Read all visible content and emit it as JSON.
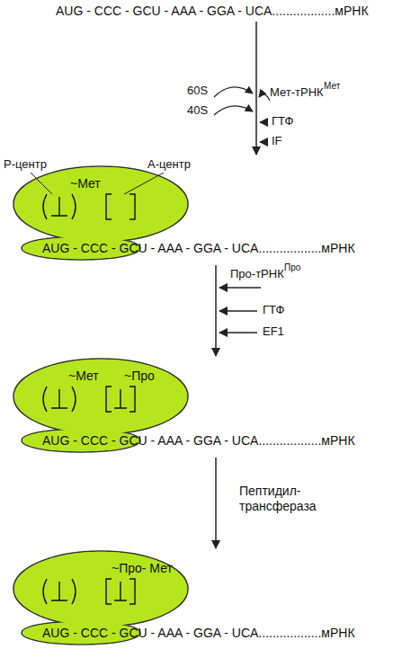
{
  "diagram": {
    "nodes": [
      {
        "text": [
          "~Мет"
        ]
      },
      {
        "text": [
          "~Мет",
          "~Про"
        ]
      },
      {
        "text": [
          "~Про- Мет"
        ]
      }
    ],
    "edges": [
      {
        "from": 0,
        "to": 1,
        "arrow": "to"
      },
      {
        "from": 1,
        "to": 2,
        "label": "Пептидил- трансфераза",
        "arrow": "to"
      }
    ],
    "labels": [
      "AUG - CCC - GCU - AAA - GGA - UCA..................мРНК",
      "60S",
      "Мет-тРНК",
      "Мет",
      "40S",
      "ГТФ",
      "IF",
      "Р-центр",
      "А-центр",
      "AUG - CCC - GCU - AAA - GGA - UCA..................мРНК",
      "Про-тРНК",
      "Про",
      "ГТФ",
      "EF1",
      "AUG - CCC - GCU - AAA - GGA - UCA..................мРНК",
      "AUG - CCC - GCU - AAA - GGA - UCA..................мРНК"
    ]
  }
}
